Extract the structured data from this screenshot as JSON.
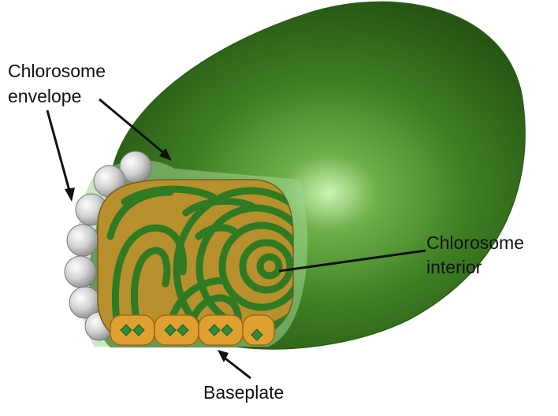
{
  "labels": {
    "envelope_line1": "Chlorosome",
    "envelope_line2": "envelope",
    "interior_line1": "Chlorosome",
    "interior_line2": "interior",
    "baseplate": "Baseplate"
  },
  "colors": {
    "envelope_green": "#3f7f22",
    "envelope_dark": "#2a5e16",
    "highlight": "#c9f2b0",
    "interior_gold": "#b8902e",
    "interior_green": "#2f7a22",
    "lipid_gray": "#c8c8c8",
    "baseplate_orange": "#e0a030",
    "baseplate_diamond": "#2f8a3a",
    "arrow": "#111111"
  }
}
